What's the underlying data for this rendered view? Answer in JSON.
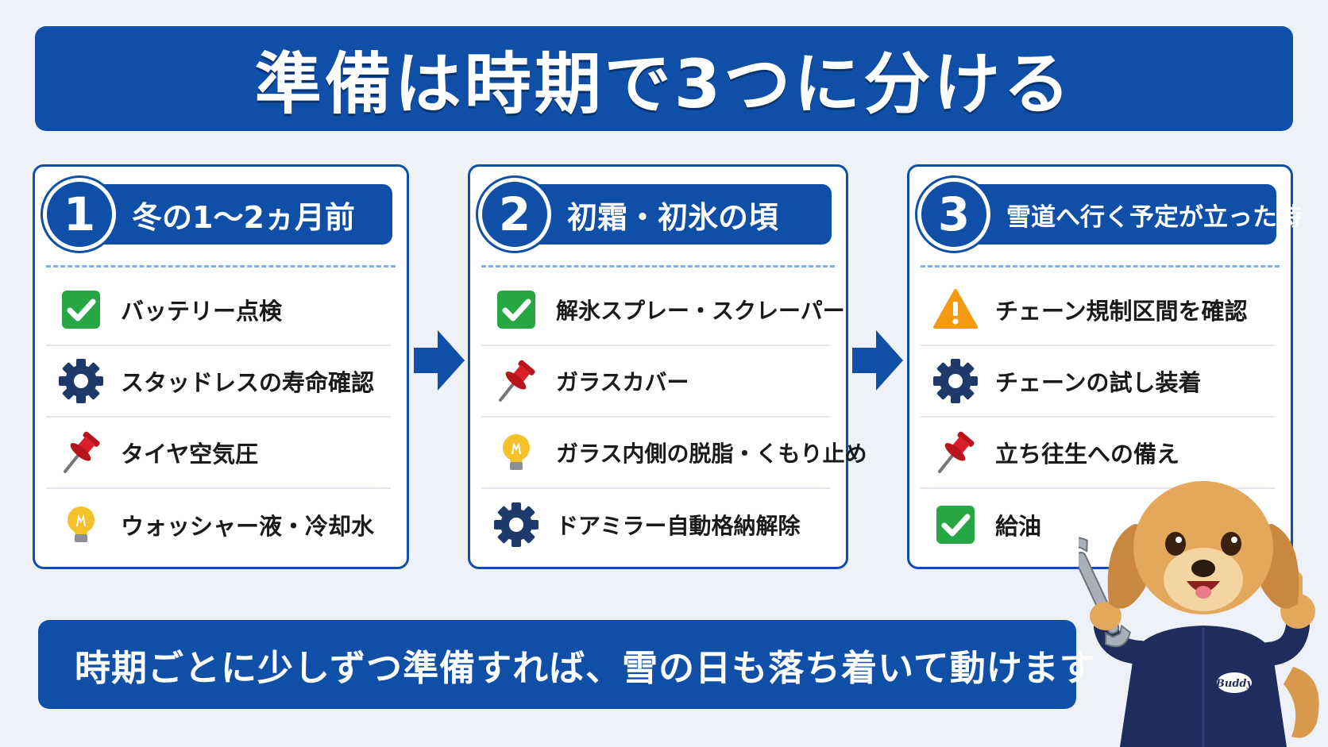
{
  "title": "準備は時期で3つに分ける",
  "colors": {
    "primary_blue": "#0f4fa8",
    "check_green": "#27a644",
    "gear_navy": "#1d3a6b",
    "pin_red": "#d9202a",
    "bulb_yellow": "#f5c12a",
    "warning_orange": "#f39a12",
    "background": "#eef2f8"
  },
  "stages": [
    {
      "number": "1",
      "title": "冬の1～2ヵ月前",
      "items": [
        {
          "icon": "check-icon",
          "label": "バッテリー点検"
        },
        {
          "icon": "gear-icon",
          "label": "スタッドレスの寿命確認"
        },
        {
          "icon": "pushpin-icon",
          "label": "タイヤ空気圧"
        },
        {
          "icon": "lightbulb-icon",
          "label": "ウォッシャー液・冷却水"
        }
      ]
    },
    {
      "number": "2",
      "title": "初霜・初氷の頃",
      "items": [
        {
          "icon": "check-icon",
          "label": "解氷スプレー・スクレーパー"
        },
        {
          "icon": "pushpin-icon",
          "label": "ガラスカバー"
        },
        {
          "icon": "lightbulb-icon",
          "label": "ガラス内側の脱脂・くもり止め"
        },
        {
          "icon": "gear-icon",
          "label": "ドアミラー自動格納解除"
        }
      ]
    },
    {
      "number": "3",
      "title": "雪道へ行く予定が立った時",
      "items": [
        {
          "icon": "warning-icon",
          "label": "チェーン規制区間を確認"
        },
        {
          "icon": "gear-icon",
          "label": "チェーンの試し装着"
        },
        {
          "icon": "pushpin-icon",
          "label": "立ち往生への備え"
        },
        {
          "icon": "check-icon",
          "label": "給油"
        }
      ]
    }
  ],
  "footer": "時期ごとに少しずつ準備すれば、雪の日も落ち着いて動けます",
  "mascot": {
    "icon": "dog-mascot-icon",
    "badge_text": "Buddy"
  }
}
